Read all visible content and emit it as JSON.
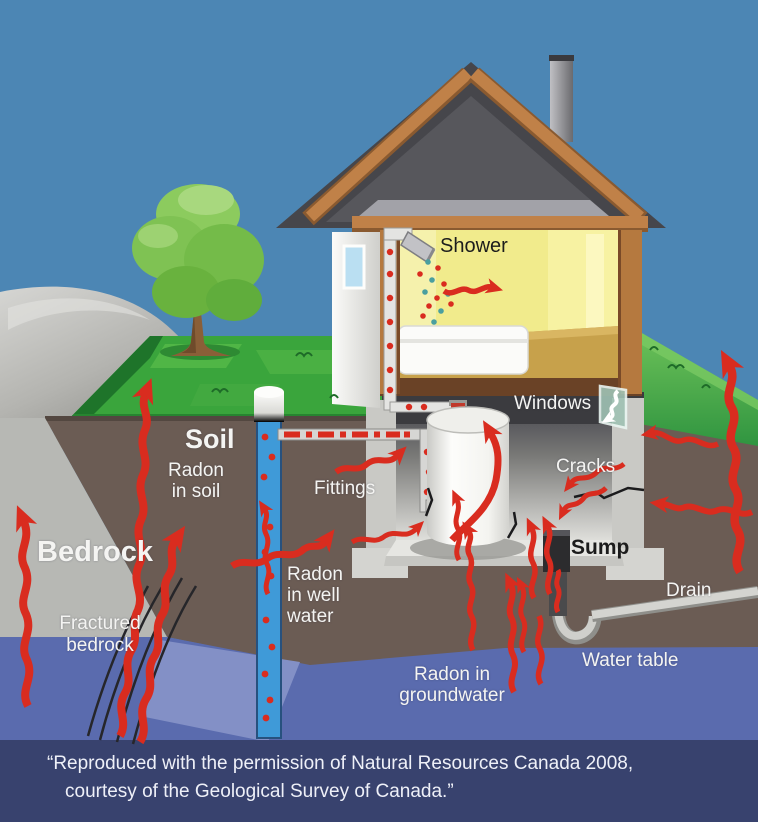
{
  "diagram": {
    "subject": "How radon enters a house",
    "labels": {
      "shower": "Shower",
      "windows": "Windows",
      "cracks": "Cracks",
      "fittings": "Fittings",
      "sump": "Sump",
      "drain": "Drain",
      "water_table": "Water table",
      "soil": "Soil",
      "bedrock": "Bedrock",
      "radon_in_soil": {
        "l1": "Radon",
        "l2": "in soil"
      },
      "fractured_bedrock": {
        "l1": "Fractured",
        "l2": "bedrock"
      },
      "radon_in_well_water": {
        "l1": "Radon",
        "l2": "in well",
        "l3": "water"
      },
      "radon_in_groundwater": {
        "l1": "Radon in",
        "l2": "groundwater"
      }
    },
    "caption": {
      "line1": "“Reproduced with the permission of Natural Resources Canada 2008,",
      "line2": "courtesy of the Geological Survey of Canada.”"
    },
    "colors": {
      "sky": "#4c86b4",
      "grass": "#3aa53c",
      "soil": "#6b5c54",
      "bedrock": "#b7b8b4",
      "water": "#5a6bae",
      "water_light": "#8390c6",
      "caption_band": "#38426e",
      "radon_arrow_red": "#d92c1f",
      "well_blue": "#3f9ad8",
      "house_trim_brown": "#c08148",
      "bathroom_yellow": "#f1eb8c"
    },
    "icons": [
      "radon-arrow",
      "shower-head",
      "water-heater-tank",
      "well-pipe",
      "sump-pit",
      "drain-pipe",
      "tree",
      "boulder",
      "house"
    ]
  }
}
